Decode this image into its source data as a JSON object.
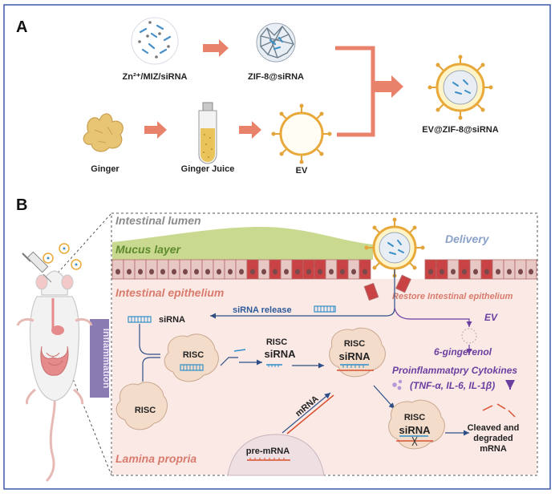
{
  "panel_a": {
    "label": "A",
    "zn_mix": "Zn²⁺/MIZ/siRNA",
    "zif": "ZIF-8@siRNA",
    "ginger": "Ginger",
    "juice": "Ginger Juice",
    "ev": "EV",
    "product": "EV@ZIF-8@siRNA"
  },
  "panel_b": {
    "label": "B",
    "lumen": "Intestinal lumen",
    "mucus": "Mucus layer",
    "delivery": "Delivery",
    "epithelium": "Intestinal epithelium",
    "restore": "Restore Intestinal epithelium",
    "sirna_release": "siRNA release",
    "sirna": "siRNA",
    "ev": "EV",
    "inflammation": "Inflammation",
    "risc": "RISC",
    "gingerenol": "6-gingerenol",
    "cytokines": "Proinflammatpry Cytokines",
    "cytokine_list": "(TNF-α, IL-6, IL-1β)",
    "mrna": "mRNA",
    "pre_mrna": "pre-mRNA",
    "cleaved_1": "Cleaved and",
    "cleaved_2": "degraded",
    "cleaved_3": "mRNA",
    "lamina": "Lamina propria"
  },
  "colors": {
    "arrow": "#e9826b",
    "border": "#3a5aa8",
    "mucus": "#c9d98f",
    "epithelium_bg": "#fbe9e6",
    "cell_red": "#c94244",
    "purple": "#6b3fa0",
    "blue_text": "#2d5a9a"
  }
}
